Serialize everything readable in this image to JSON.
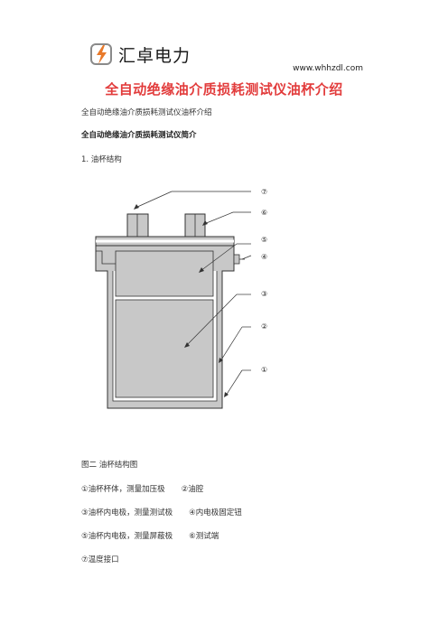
{
  "header": {
    "brand": "汇卓电力",
    "url": "www.whhzdl.com",
    "colors": {
      "logo_orange": "#e8792a",
      "logo_grey": "#8a8a8a"
    }
  },
  "title": "全自动绝缘油介质损耗测试仪油杯介绍",
  "subtitle": "全自动绝缘油介质损耗测试仪油杯介绍",
  "section_title": "全自动绝缘油介质损耗测试仪简介",
  "section_1": "1. 油杯结构",
  "figure": {
    "caption": "图二 油杯结构图",
    "callouts": [
      "⑦",
      "⑥",
      "⑤",
      "④",
      "③",
      "②",
      "①"
    ]
  },
  "legend": [
    {
      "a": "①油杯杯体，测量加压极",
      "b": "②油腔"
    },
    {
      "a": "③油杯内电极，测量测试极",
      "b": "④内电极固定钮"
    },
    {
      "a": "⑤油杯内电极，测量屏蔽极",
      "b": "⑥测试端"
    },
    {
      "a": "⑦温度接口",
      "b": ""
    }
  ],
  "colors": {
    "title_red": "#e23c3c",
    "fill_grey": "#c8c8c8",
    "line": "#333333"
  }
}
